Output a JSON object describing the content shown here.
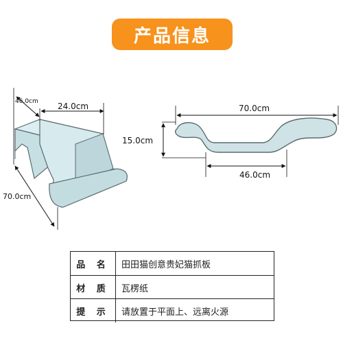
{
  "header": {
    "title": "产品信息"
  },
  "left_view": {
    "depth_label": "46.0cm",
    "top_label": "24.0cm",
    "length_label": "70.0cm"
  },
  "right_view": {
    "top_label": "70.0cm",
    "height_label": "15.0cm",
    "bottom_label": "46.0cm"
  },
  "spec_table": {
    "rows": [
      {
        "label": "品 名",
        "value": "田田猫创意贵妃猫抓板"
      },
      {
        "label": "材 质",
        "value": "瓦楞纸"
      },
      {
        "label": "提 示",
        "value": "请放置于平面上、远离火源"
      }
    ]
  },
  "colors": {
    "accent": "#f7921d",
    "product_fill": "#cfe3e6",
    "product_stroke": "#5a6b70"
  }
}
